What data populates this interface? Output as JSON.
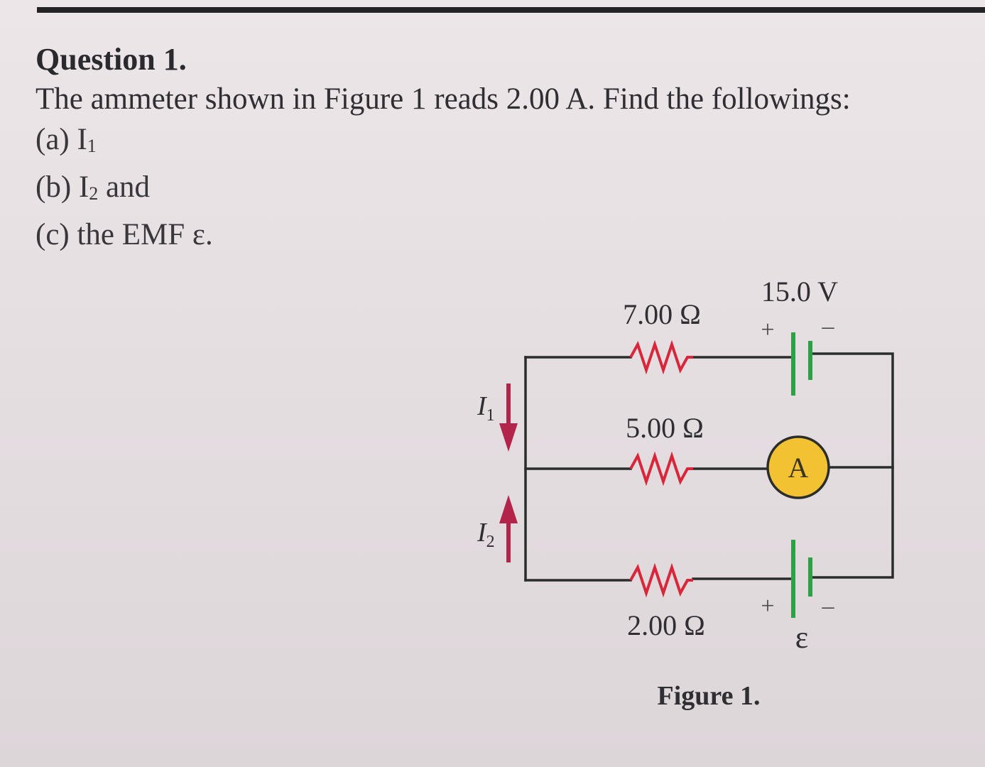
{
  "question": {
    "title": "Question 1.",
    "prompt": "The ammeter shown in Figure 1 reads 2.00 A. Find the followings:",
    "parts": [
      {
        "prefix": "(a) I",
        "subscript": "1",
        "suffix": ""
      },
      {
        "prefix": "(b) I",
        "subscript": "2",
        "suffix": " and"
      },
      {
        "prefix": "(c) the EMF ε.",
        "subscript": "",
        "suffix": ""
      }
    ]
  },
  "figure": {
    "caption": "Figure 1.",
    "resistor_top": "7.00 Ω",
    "resistor_middle": "5.00 Ω",
    "resistor_bottom": "2.00 Ω",
    "battery_top_voltage": "15.0 V",
    "battery_plus": "+",
    "battery_minus": "–",
    "ammeter_label": "A",
    "emf_symbol": "ε",
    "current_1_letter": "I",
    "current_1_subscript": "1",
    "current_2_letter": "I",
    "current_2_subscript": "2"
  },
  "colors": {
    "wire": "#2a2d2b",
    "resistor": "#d8263a",
    "battery_plate": "#2ea147",
    "ammeter_fill": "#f2c232",
    "current_arrow": "#b3244a"
  }
}
